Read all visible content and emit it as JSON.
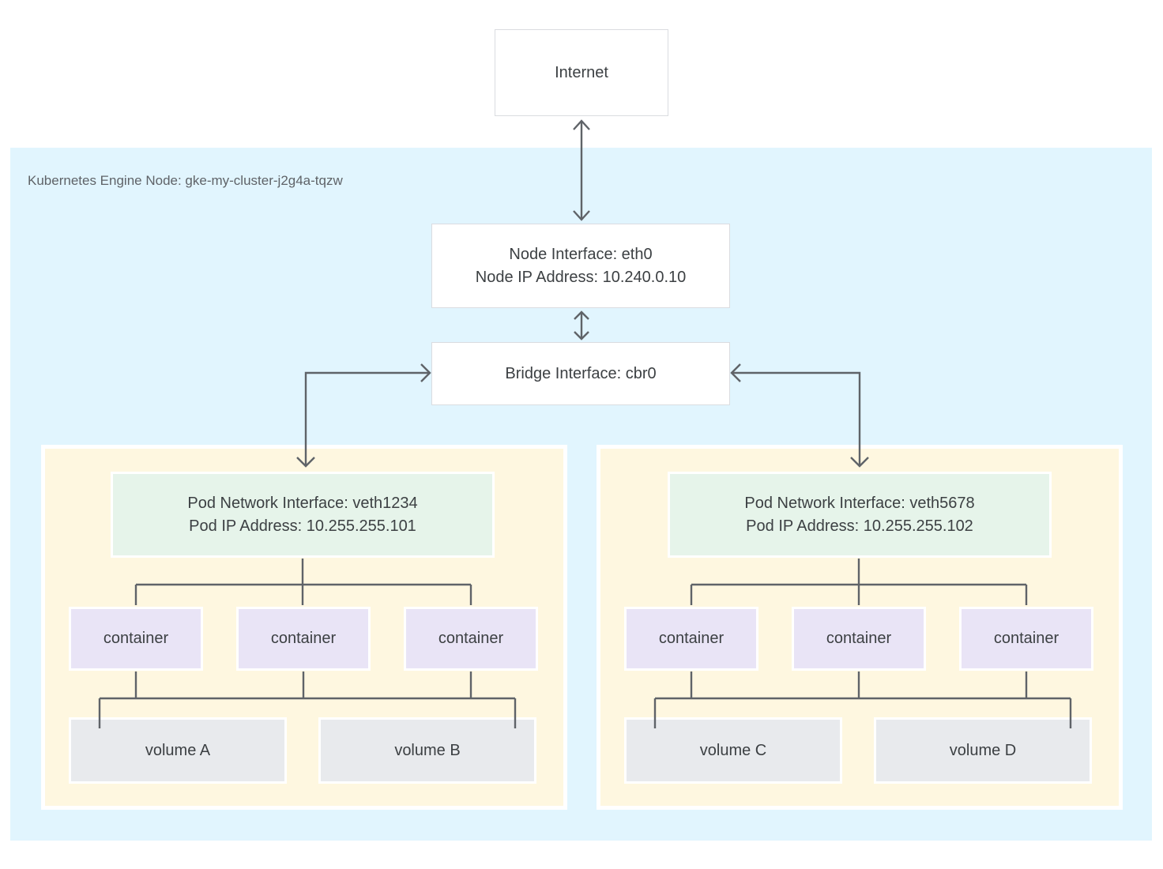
{
  "diagram": {
    "internet_label": "Internet",
    "node": {
      "label": "Kubernetes Engine Node: gke-my-cluster-j2g4a-tqzw",
      "interface": {
        "line1": "Node Interface: eth0",
        "line2": "Node IP Address: 10.240.0.10"
      },
      "bridge": {
        "label": "Bridge Interface: cbr0"
      }
    },
    "pods": [
      {
        "network": {
          "line1": "Pod Network Interface: veth1234",
          "line2": "Pod IP Address: 10.255.255.101"
        },
        "containers": [
          "container",
          "container",
          "container"
        ],
        "volumes": [
          "volume A",
          "volume B"
        ]
      },
      {
        "network": {
          "line1": "Pod Network Interface: veth5678",
          "line2": "Pod IP Address: 10.255.255.102"
        },
        "containers": [
          "container",
          "container",
          "container"
        ],
        "volumes": [
          "volume C",
          "volume D"
        ]
      }
    ],
    "colors": {
      "node-bg": "#e1f5fe",
      "pod-bg": "#fef7e0",
      "iface-bg": "#e6f4ea",
      "container-bg": "#e9e4f6",
      "volume-bg": "#e8eaed",
      "box-border": "#dadce0",
      "line": "#5f6368",
      "text": "#3c4043",
      "label-text": "#5f6368"
    }
  }
}
